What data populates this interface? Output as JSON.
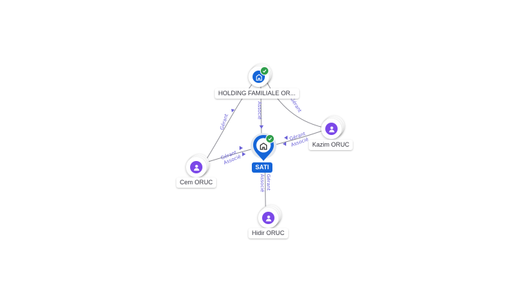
{
  "nodes": {
    "holding": {
      "label": "HOLDING FAMILIALE OR..."
    },
    "kazim": {
      "label": "Kazim ORUC"
    },
    "cem": {
      "label": "Cem ORUC"
    },
    "hidir": {
      "label": "Hidir ORUC"
    },
    "sati": {
      "label": "SATI"
    }
  },
  "edges": {
    "holding_sati": "Associé",
    "holding_kazim": "Gérant",
    "holding_cem": "Gérant",
    "cem_sati_1": "Gérant",
    "cem_sati_2": "Associé",
    "kazim_sati_1": "Gérant",
    "kazim_sati_2": "Associé",
    "hidir_sati_1": "Gérant",
    "hidir_sati_2": "Associé"
  },
  "icons": {
    "person": "user-icon",
    "company": "building-icon",
    "verified": "check-icon"
  },
  "colors": {
    "person": "#7b48e8",
    "company": "#1565d8",
    "verified": "#2e9e4b",
    "edge_label": "#6c63d8"
  }
}
